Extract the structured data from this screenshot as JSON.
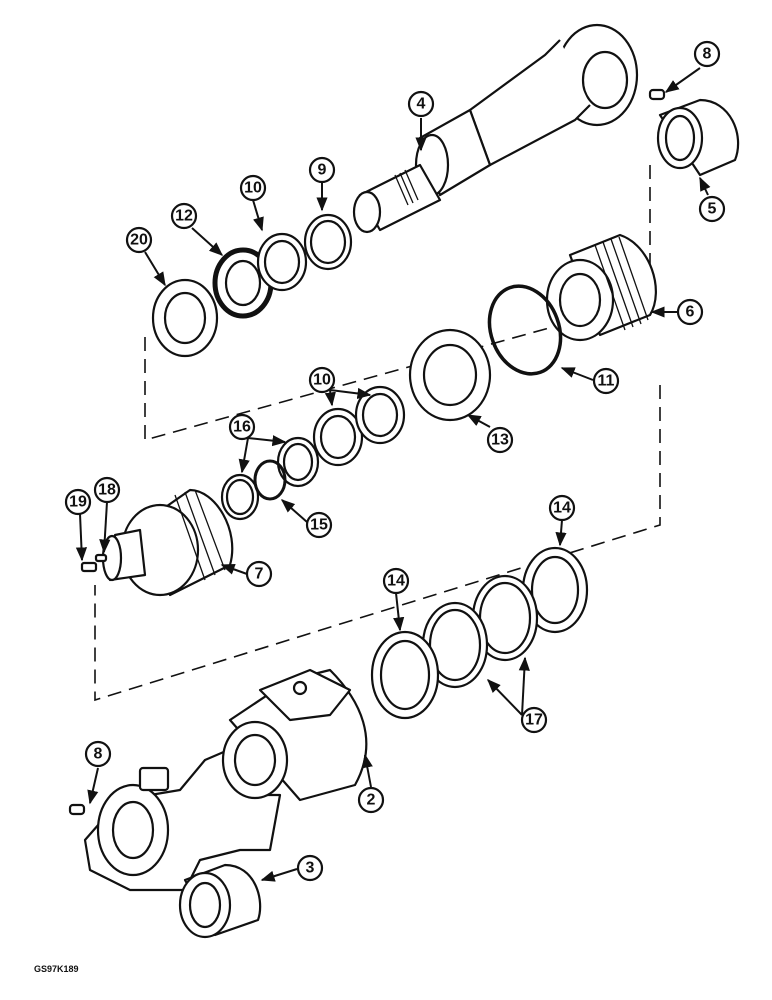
{
  "callouts": {
    "c2": "2",
    "c3": "3",
    "c4": "4",
    "c5": "5",
    "c6": "6",
    "c7": "7",
    "c8a": "8",
    "c8b": "8",
    "c9": "9",
    "c10a": "10",
    "c10b": "10",
    "c11": "11",
    "c12": "12",
    "c13": "13",
    "c14a": "14",
    "c14b": "14",
    "c15": "15",
    "c16": "16",
    "c17": "17",
    "c18": "18",
    "c19": "19",
    "c20": "20"
  },
  "figure_code": "GS97K189"
}
